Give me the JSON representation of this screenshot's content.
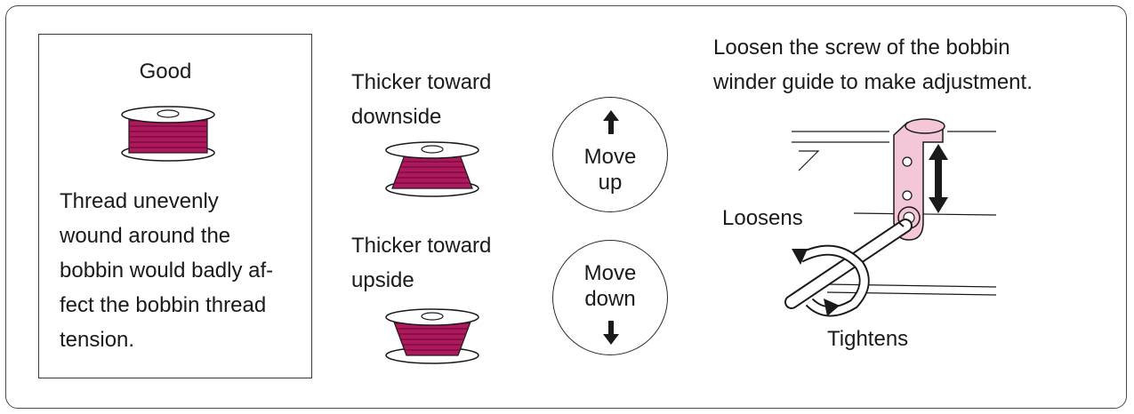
{
  "good_panel": {
    "title": "Good",
    "description": [
      "Thread unevenly",
      "wound around the",
      "bobbin would badly af-",
      "fect the bobbin thread",
      "tension."
    ]
  },
  "cases": [
    {
      "lines": [
        "Thicker toward",
        "downside"
      ],
      "action": [
        "Move",
        "up"
      ],
      "arrow": "arrow-up-icon"
    },
    {
      "lines": [
        "Thicker toward",
        "upside"
      ],
      "action": [
        "Move",
        "down"
      ],
      "arrow": "arrow-down-icon"
    }
  ],
  "adjustment": {
    "instruction": [
      "Loosen the screw of the bobbin",
      "winder guide to make adjustment."
    ],
    "loosens_label": "Loosens",
    "tightens_label": "Tightens"
  },
  "colors": {
    "thread": "#b0185e",
    "thread_dark": "#5a0a30",
    "guide": "#f3c6d8",
    "line": "#1a1a1a"
  }
}
